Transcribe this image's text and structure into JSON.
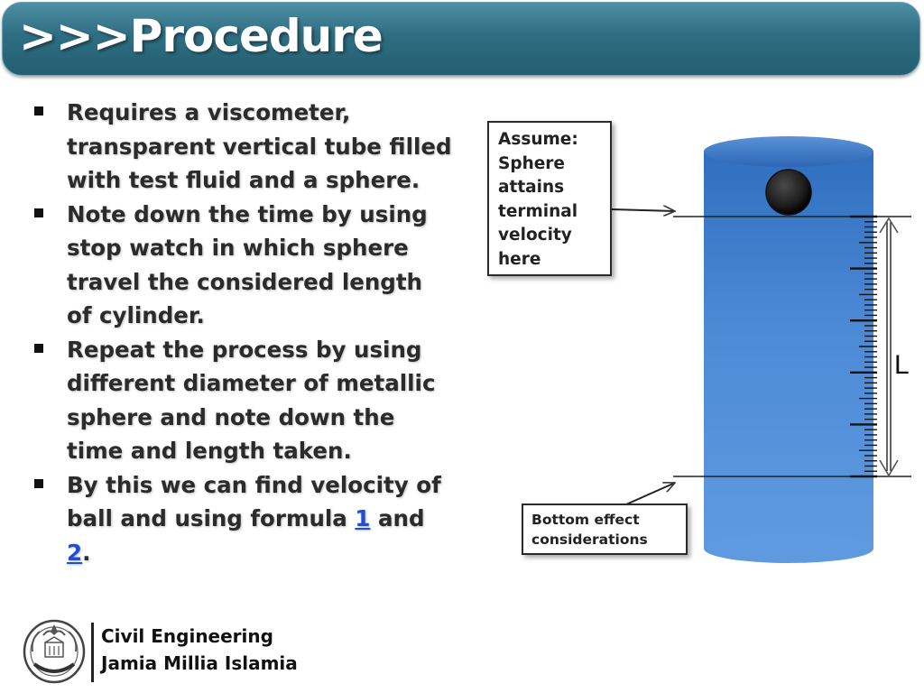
{
  "slide": {
    "title": ">>>Procedure"
  },
  "bullets": [
    {
      "lines": [
        "Requires a viscometer,",
        "transparent vertical tube filled",
        "with test fluid and a sphere."
      ]
    },
    {
      "lines": [
        "Note down the time by using",
        "stop watch in which sphere",
        "travel the considered length",
        "of cylinder."
      ]
    },
    {
      "lines": [
        "Repeat the process by using",
        "different diameter of metallic",
        "sphere and note down the",
        "time and length taken."
      ]
    },
    {
      "line1": "By this we can find velocity of",
      "line2_prefix": "ball and using formula ",
      "link1": "1",
      "line2_mid": " and",
      "link2": "2",
      "line3_suffix": "."
    }
  ],
  "diagram": {
    "callout_top": [
      "Assume:",
      "Sphere",
      "attains",
      "terminal",
      "velocity",
      "here"
    ],
    "callout_bottom": [
      "Bottom effect",
      "considerations"
    ],
    "length_label": "L"
  },
  "footer": {
    "line1": "Civil Engineering",
    "line2": "Jamia Millia Islamia"
  },
  "colors": {
    "title_bar": "#2f6e82",
    "tube": "#3f7fd0",
    "link": "#1f4fd6"
  }
}
